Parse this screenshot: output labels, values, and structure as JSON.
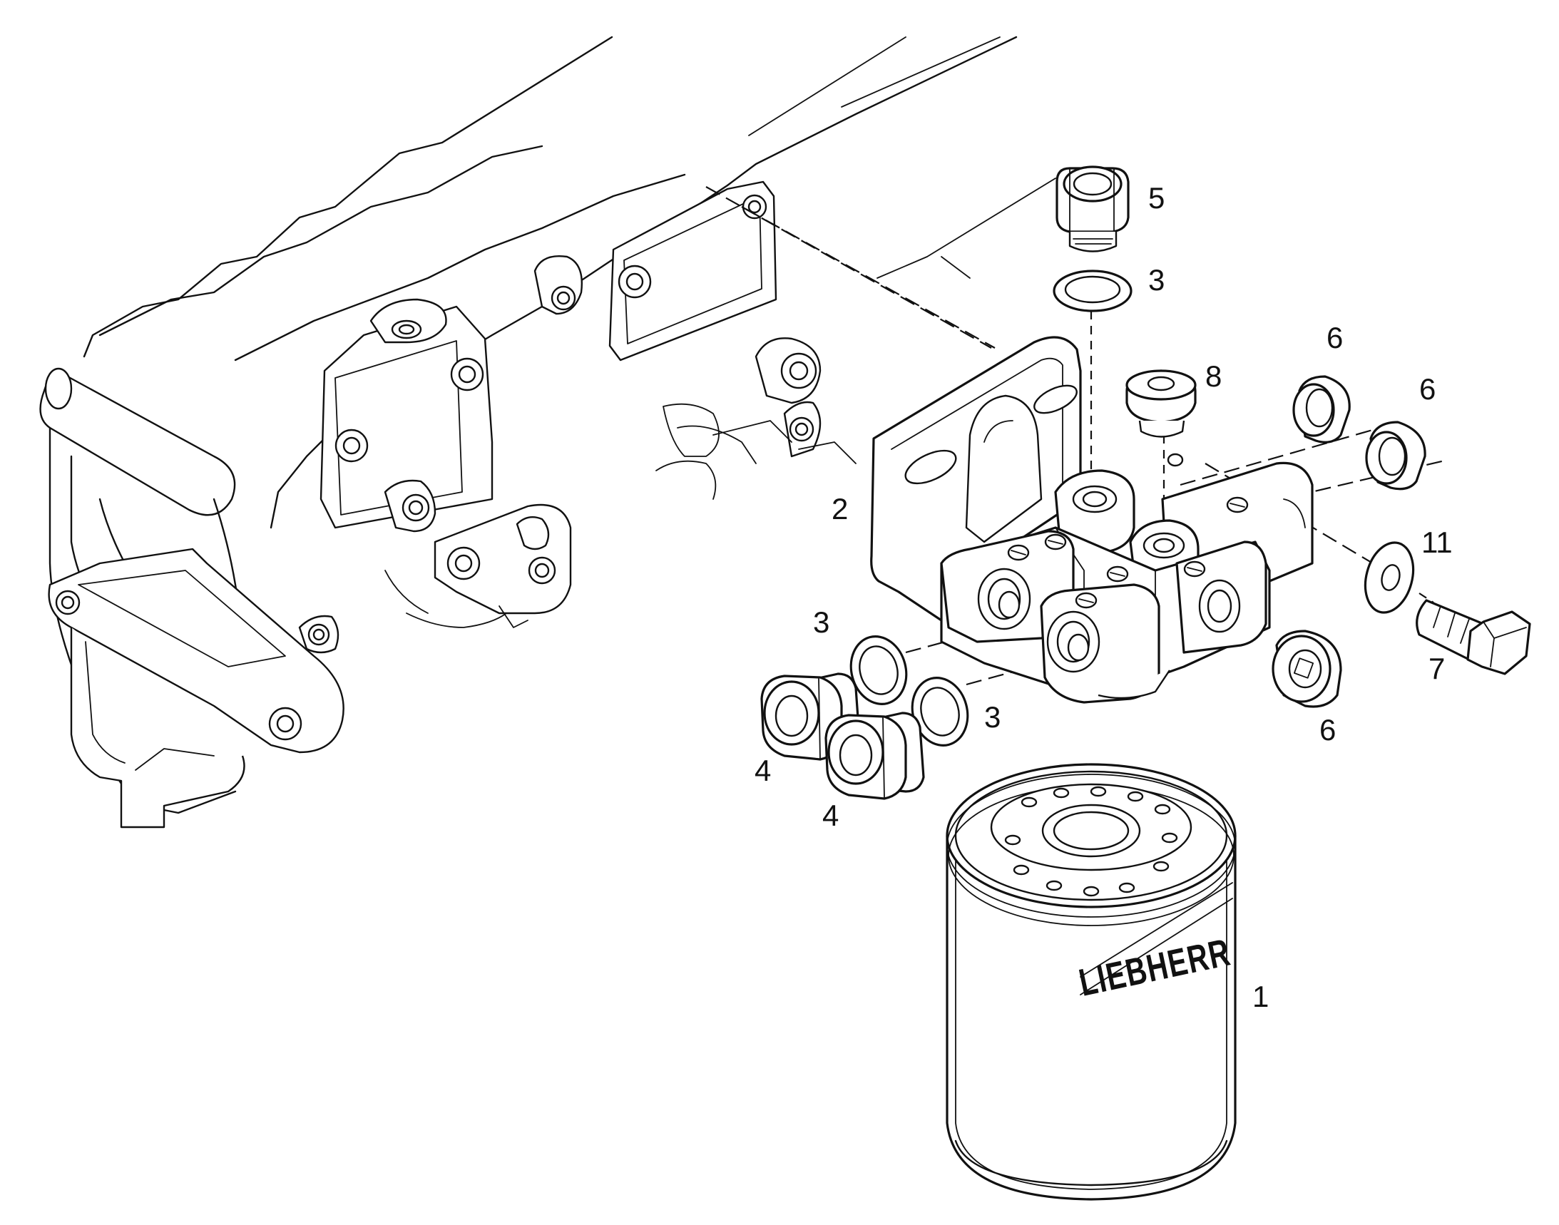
{
  "labels": {
    "l1": "1",
    "l2": "2",
    "l3a": "3",
    "l3b": "3",
    "l3c": "3",
    "l4a": "4",
    "l4b": "4",
    "l5": "5",
    "l6a": "6",
    "l6b": "6",
    "l6c": "6",
    "l7": "7",
    "l8": "8",
    "l11": "11"
  },
  "brand_text": "LIEBHERR",
  "colors": {
    "line": "#111111",
    "background": "#ffffff"
  }
}
